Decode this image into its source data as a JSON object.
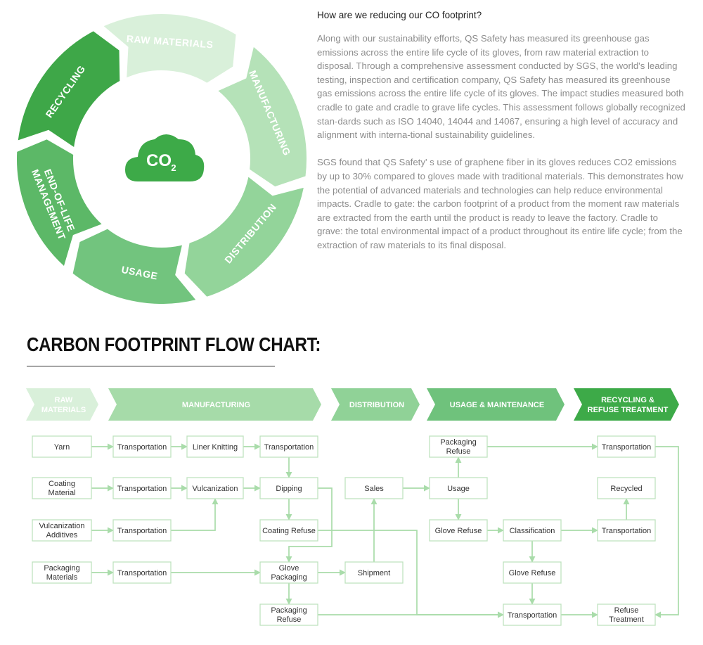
{
  "colors": {
    "dark_green": "#3daa48",
    "mid_green": "#6fc27c",
    "light_green": "#a6dba9",
    "pale_green": "#cdebcf",
    "connector": "#a9dcaa",
    "node_border": "#bfe3bf"
  },
  "cycle": {
    "segments": [
      {
        "label": "RAW MATERIALS",
        "color": "#d9f0da"
      },
      {
        "label": "MANUFACTURING",
        "color": "#b5e2b8"
      },
      {
        "label": "DISTRIBUTION",
        "color": "#93d49a"
      },
      {
        "label": "USAGE",
        "color": "#72c47e"
      },
      {
        "label": "END-OF-LIFE",
        "label2": "MANAGEMENT",
        "color": "#5cb867"
      },
      {
        "label": "RECYCLING",
        "color": "#3ea748"
      }
    ],
    "center_icon": "cloud-icon",
    "center_text": "CO",
    "center_sub": "2"
  },
  "intro": {
    "heading": "How are we reducing our CO footprint?",
    "paragraph1": "Along with our sustainability efforts, QS Safety has measured its greenhouse gas emissions across the entire life cycle of its gloves, from raw material extraction to disposal. Through a comprehensive assessment conducted by SGS, the world's leading testing, inspection and certification company, QS Safety has measured its greenhouse gas emissions across the entire life cycle of its gloves. The impact studies measured both cradle to gate and cradle to grave life cycles. This assessment follows globally recognized stan-dards such as ISO 14040, 14044 and 14067, ensuring a high level of accuracy and alignment with interna-tional sustainability guidelines.",
    "paragraph2": "SGS found that QS Safety' s use of graphene fiber in its gloves reduces CO2 emissions by up to 30% compared to gloves made with traditional materials.  This demonstrates how the potential of advanced materials and technologies can help reduce environmental impacts. Cradle to gate: the carbon footprint of a product from the moment raw materials are extracted from the earth until the product is ready to leave the factory. Cradle to grave: the total environmental impact of a product throughout its entire life cycle; from the extraction of raw materials to its final disposal."
  },
  "flowchart": {
    "title": "CARBON FOOTPRINT FLOW CHART:",
    "stages": [
      {
        "id": "raw",
        "lines": [
          "RAW",
          "MATERIALS"
        ],
        "color": "#d9f0da"
      },
      {
        "id": "mfg",
        "lines": [
          "MANUFACTURING"
        ],
        "color": "#a6dba9"
      },
      {
        "id": "dist",
        "lines": [
          "DISTRIBUTION"
        ],
        "color": "#90d297"
      },
      {
        "id": "use",
        "lines": [
          "USAGE & MAINTENANCE"
        ],
        "color": "#6fc27c"
      },
      {
        "id": "rec",
        "lines": [
          "RECYCLING &",
          "REFUSE TREATMENT"
        ],
        "color": "#3daa48"
      }
    ],
    "nodes": [
      {
        "id": "yarn",
        "lines": [
          "Yarn"
        ]
      },
      {
        "id": "coating",
        "lines": [
          "Coating",
          "Material"
        ]
      },
      {
        "id": "vulc_add",
        "lines": [
          "Vulcanization",
          "Additives"
        ]
      },
      {
        "id": "pack_mat",
        "lines": [
          "Packaging",
          "Materials"
        ]
      },
      {
        "id": "t1",
        "lines": [
          "Transportation"
        ]
      },
      {
        "id": "t2",
        "lines": [
          "Transportation"
        ]
      },
      {
        "id": "t3",
        "lines": [
          "Transportation"
        ]
      },
      {
        "id": "t4",
        "lines": [
          "Transportation"
        ]
      },
      {
        "id": "liner",
        "lines": [
          "Liner Knitting"
        ]
      },
      {
        "id": "vulc",
        "lines": [
          "Vulcanization"
        ]
      },
      {
        "id": "t5",
        "lines": [
          "Transportation"
        ]
      },
      {
        "id": "dipping",
        "lines": [
          "Dipping"
        ]
      },
      {
        "id": "coat_ref",
        "lines": [
          "Coating Refuse"
        ]
      },
      {
        "id": "glove_pack",
        "lines": [
          "Glove",
          "Packaging"
        ]
      },
      {
        "id": "pack_ref",
        "lines": [
          "Packaging",
          "Refuse"
        ]
      },
      {
        "id": "sales",
        "lines": [
          "Sales"
        ]
      },
      {
        "id": "shipment",
        "lines": [
          "Shipment"
        ]
      },
      {
        "id": "pack_ref2",
        "lines": [
          "Packaging",
          "Refuse"
        ]
      },
      {
        "id": "usage",
        "lines": [
          "Usage"
        ]
      },
      {
        "id": "glove_ref",
        "lines": [
          "Glove Refuse"
        ]
      },
      {
        "id": "classification",
        "lines": [
          "Classification"
        ]
      },
      {
        "id": "glove_ref2",
        "lines": [
          "Glove Refuse"
        ]
      },
      {
        "id": "t6",
        "lines": [
          "Transportation"
        ]
      },
      {
        "id": "t7",
        "lines": [
          "Transportation"
        ]
      },
      {
        "id": "recycled",
        "lines": [
          "Recycled"
        ]
      },
      {
        "id": "t8",
        "lines": [
          "Transportation"
        ]
      },
      {
        "id": "refuse_treat",
        "lines": [
          "Refuse",
          "Treatment"
        ]
      }
    ]
  }
}
